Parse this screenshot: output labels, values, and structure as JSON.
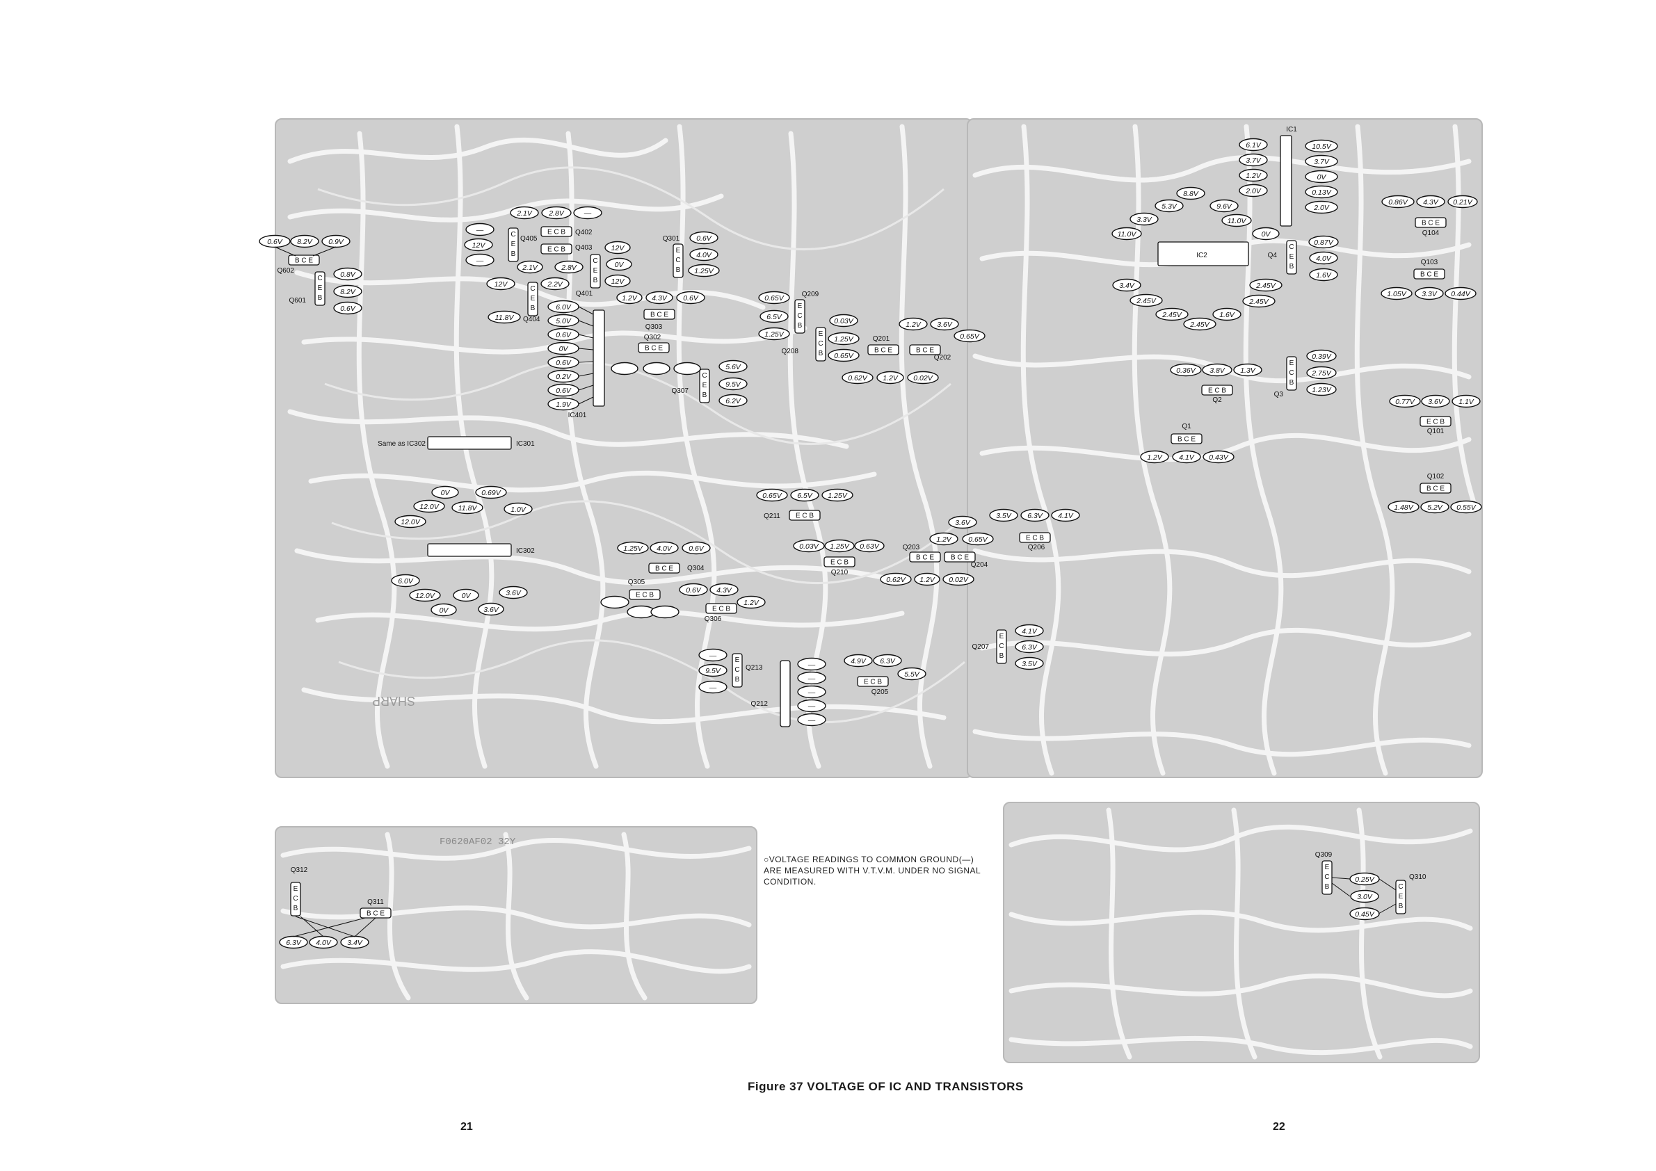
{
  "caption": "Figure 37  VOLTAGE OF IC AND TRANSISTORS",
  "note": "○VOLTAGE READINGS TO COMMON GROUND(—) ARE MEASURED WITH V.T.V.M. UNDER NO SIGNAL CONDITION.",
  "pages": {
    "left": "21",
    "right": "22"
  },
  "board_marks": {
    "main": "SHARP",
    "small": "F0620AF02 32Y"
  },
  "same_as": "Same as IC302",
  "labels": [
    "Q602",
    "Q601",
    "Q405",
    "Q402",
    "Q403",
    "Q401",
    "Q404",
    "IC401",
    "Q301",
    "Q303",
    "Q302",
    "Q307",
    "Q209",
    "Q208",
    "Q201",
    "Q202",
    "IC301",
    "IC302",
    "Q211",
    "Q210",
    "Q203",
    "Q204",
    "Q206",
    "Q305",
    "Q304",
    "Q306",
    "Q213",
    "Q212",
    "Q205",
    "Q207",
    "IC1",
    "IC2",
    "Q4",
    "Q104",
    "Q103",
    "Q2",
    "Q3",
    "Q101",
    "Q1",
    "Q102",
    "Q312",
    "Q311",
    "Q309",
    "Q310"
  ],
  "ebc": {
    "ecb": "E C B",
    "bce": "B C E",
    "ceb": [
      "C",
      "E",
      "B"
    ],
    "ecb_v": [
      "E",
      "C",
      "B"
    ]
  },
  "voltages": {
    "q602": [
      "0.6V",
      "8.2V",
      "0.9V"
    ],
    "q601": [
      "0.8V",
      "8.2V",
      "0.6V"
    ],
    "q402": [
      "2.1V",
      "2.8V",
      "—"
    ],
    "q405": [
      "—",
      "12V",
      "—"
    ],
    "q403": [
      "2.1V",
      "2.8V"
    ],
    "q404": [
      "12V",
      "2.2V",
      "11.8V"
    ],
    "q401": [
      "12V",
      "0V",
      "12V"
    ],
    "ic401": [
      "6.0V",
      "5.0V",
      "0.6V",
      "0V",
      "0.6V",
      "0.2V",
      "0.6V",
      "1.9V"
    ],
    "q301": [
      "0.6V",
      "4.0V",
      "1.25V"
    ],
    "q303": [
      "1.2V",
      "4.3V",
      "0.6V"
    ],
    "q307": [
      "5.6V",
      "9.5V",
      "6.2V"
    ],
    "q209": [
      "0.65V",
      "6.5V",
      "1.25V"
    ],
    "q208": [
      "0.03V",
      "1.25V",
      "0.65V"
    ],
    "q201": [
      "1.2V",
      "3.6V",
      "0.65V"
    ],
    "q202": [
      "0.62V",
      "1.2V",
      "0.02V"
    ],
    "ic302": [
      "0V",
      "0.69V",
      "12.0V",
      "11.8V",
      "1.0V",
      "12.0V",
      "6.0V",
      "12.0V",
      "0V",
      "0V",
      "3.6V"
    ],
    "q211": [
      "0.65V",
      "6.5V",
      "1.25V"
    ],
    "q210": [
      "0.03V",
      "1.25V",
      "0.63V"
    ],
    "q203": [
      "3.6V",
      "1.2V",
      "0.65V",
      "0.62V",
      "1.2V",
      "0.02V"
    ],
    "q206": [
      "3.5V",
      "6.3V",
      "4.1V"
    ],
    "q304": [
      "1.25V",
      "4.0V",
      "0.6V"
    ],
    "q306": [
      "0.6V",
      "4.3V",
      "1.2V"
    ],
    "q213": [
      "—",
      "9.5V",
      "—"
    ],
    "q212": [
      "—",
      "—",
      "—",
      "—",
      "—"
    ],
    "q205": [
      "4.9V",
      "6.3V",
      "5.5V"
    ],
    "q207": [
      "4.1V",
      "6.3V",
      "3.5V"
    ],
    "ic1": [
      "6.1V",
      "3.7V",
      "1.2V",
      "2.0V",
      "10.5V",
      "3.7V",
      "0V",
      "0.13V",
      "2.0V"
    ],
    "ic2_top": [
      "8.8V",
      "5.3V",
      "9.6V",
      "3.3V",
      "11.0V",
      "11.0V",
      "0V"
    ],
    "ic2_bot": [
      "3.4V",
      "2.45V",
      "2.45V",
      "2.45V",
      "2.45V",
      "1.6V",
      "2.45V"
    ],
    "q4": [
      "0.87V",
      "4.0V",
      "1.6V"
    ],
    "q104": [
      "0.86V",
      "4.3V",
      "0.21V"
    ],
    "q103": [
      "1.05V",
      "3.3V",
      "0.44V"
    ],
    "q2": [
      "0.36V",
      "3.8V",
      "1.3V"
    ],
    "q3": [
      "0.39V",
      "2.75V",
      "1.23V"
    ],
    "q101": [
      "0.77V",
      "3.6V",
      "1.1V"
    ],
    "q1": [
      "1.2V",
      "4.1V",
      "0.43V"
    ],
    "q102": [
      "1.48V",
      "5.2V",
      "0.55V"
    ],
    "q311": [
      "6.3V",
      "4.0V",
      "3.4V"
    ],
    "q310": [
      "0.25V",
      "3.0V",
      "0.45V"
    ]
  }
}
